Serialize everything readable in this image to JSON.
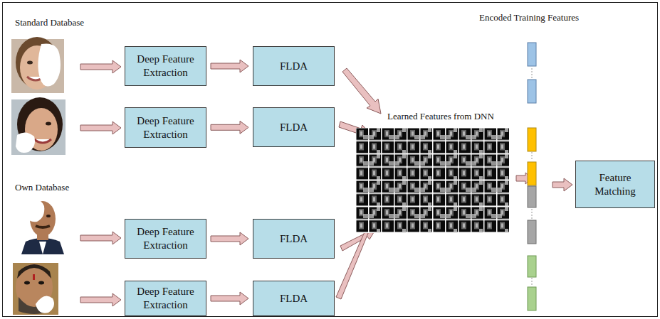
{
  "diagram": {
    "nodes": [
      {
        "text": [
          "Deep Feature Extraction"
        ]
      },
      {
        "text": [
          "FLDA"
        ]
      },
      {
        "text": [
          "Deep Feature Extraction"
        ]
      },
      {
        "text": [
          "FLDA"
        ]
      },
      {
        "text": [
          "Deep Feature Extraction"
        ]
      },
      {
        "text": [
          "FLDA"
        ]
      },
      {
        "text": [
          "Deep Feature Extraction"
        ]
      },
      {
        "text": [
          "FLDA"
        ]
      },
      {
        "text": [
          "Feature Matching"
        ]
      }
    ],
    "edges": [
      {
        "from": 0,
        "to": 1,
        "arrow": "to"
      },
      {
        "from": 2,
        "to": 3,
        "arrow": "to"
      },
      {
        "from": 4,
        "to": 5,
        "arrow": "to"
      },
      {
        "from": 6,
        "to": 7,
        "arrow": "to"
      }
    ],
    "labels": [
      "Standard Database",
      "Own Database",
      "Learned Features from DNN",
      "Encoded Training Features"
    ]
  }
}
